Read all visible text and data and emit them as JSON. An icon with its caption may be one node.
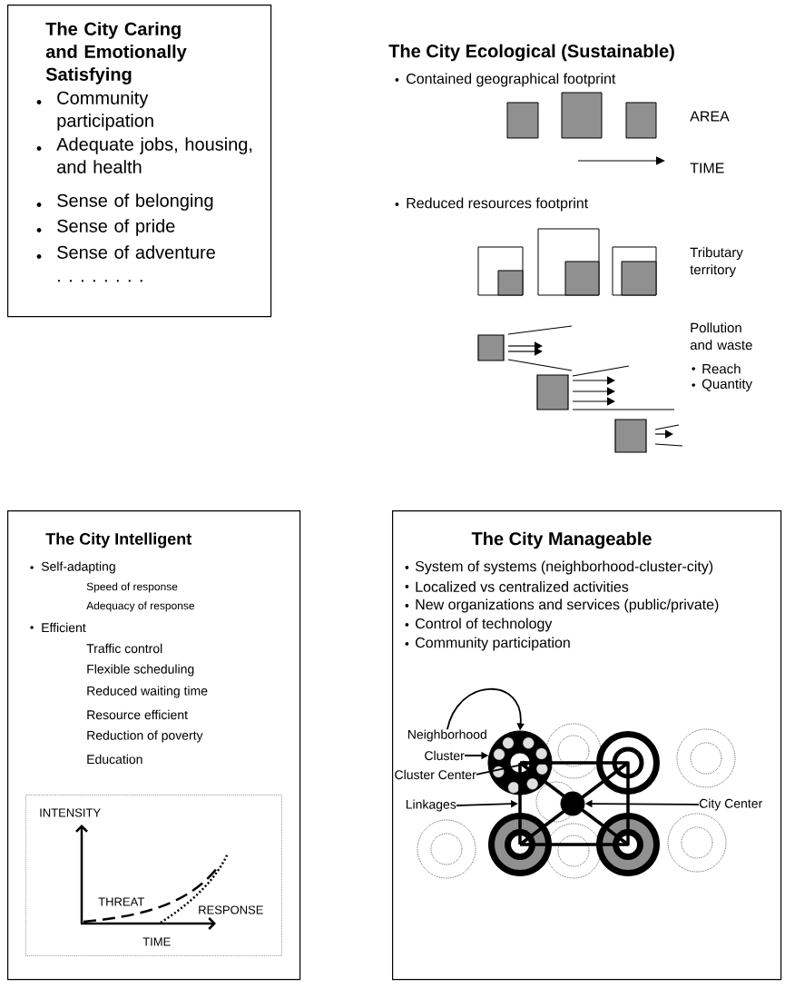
{
  "diagram": {
    "nodes": [
      {
        "text": [
          "The City Caring and Emotionally Satisfying",
          "Community participation",
          "Adequate jobs, housing, and health",
          "Sense of belonging",
          "Sense of pride",
          "Sense of adventure",
          ". . . . . . . ."
        ]
      },
      {
        "text": [
          "The City Intelligent",
          "Self-adapting",
          "Speed of response",
          "Adequacy of response",
          "Efficient",
          "Traffic control",
          "Flexible scheduling",
          "Reduced waiting time",
          "Resource efficient",
          "Reduction of poverty",
          "Education"
        ]
      },
      {
        "text": [
          "INTENSITY",
          "THREAT",
          "RESPONSE",
          "TIME"
        ],
        "in": 1
      },
      {
        "text": [
          "The City Manageable",
          "System of systems (neighborhood-cluster-city)",
          "Localized vs centralized activities",
          "New organizations and services (public/private)",
          "Control of technology",
          "Community participation"
        ]
      },
      {
        "text": [
          "Neighborhood"
        ],
        "in": 3
      },
      {
        "text": [
          "Cluster"
        ],
        "in": 3
      },
      {
        "text": [
          "Cluster Center"
        ],
        "in": 3
      },
      {
        "text": [
          "Linkages"
        ],
        "in": 3
      },
      {
        "text": [
          "City Center"
        ],
        "in": 3
      },
      {
        "text": [],
        "shape": "circle",
        "in": 3
      },
      {
        "text": [],
        "shape": "circle",
        "in": 9
      },
      {
        "text": [],
        "shape": "circle",
        "in": 3
      },
      {
        "text": [],
        "shape": "line",
        "in": 3
      }
    ],
    "edges": [
      {
        "from": 4,
        "to": 9,
        "arrow": "to"
      },
      {
        "from": 5,
        "to": 9,
        "arrow": "to"
      },
      {
        "from": 6,
        "to": 10,
        "arrow": "to"
      },
      {
        "from": 7,
        "to": 12,
        "arrow": "to"
      },
      {
        "from": 8,
        "to": 11,
        "arrow": "to"
      }
    ],
    "labels": [
      "The City Ecological (Sustainable)",
      "Contained geographical footprint",
      "AREA",
      "TIME",
      "Reduced resources footprint",
      "Tributary territory",
      "Pollution and waste",
      "Reach",
      "Quantity"
    ]
  }
}
